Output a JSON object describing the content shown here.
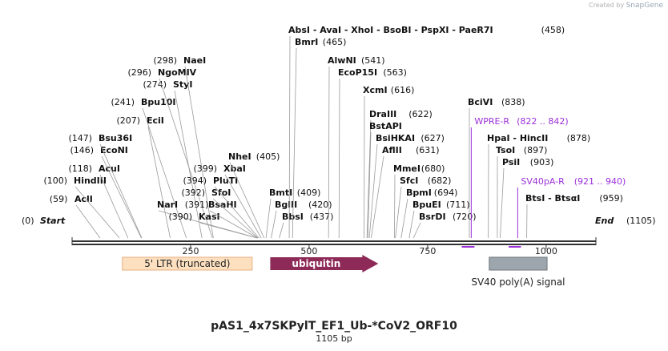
{
  "credit": {
    "prefix": "Created by",
    "brand": "SnapGene"
  },
  "plasmid": {
    "name": "pAS1_4x7SKPylT_EF1_Ub-*CoV2_ORF10",
    "length_label": "1105 bp"
  },
  "colors": {
    "line": "#333333",
    "primer": "#9b30d9",
    "ltr_fill": "#fce0c0",
    "ltr_stroke": "#e8b080",
    "ubiquitin_fill": "#8e2a58",
    "sv40_fill": "#9da6ad",
    "sv40_stroke": "#6d767d"
  },
  "scale": {
    "length": 1105,
    "tick_labels": [
      "250",
      "500",
      "750",
      "1000"
    ],
    "tick_values": [
      250,
      500,
      750,
      1000
    ],
    "start_label": "Start",
    "start_pos": "(0)",
    "end_label": "End",
    "end_pos": "(1105)"
  },
  "sites": [
    {
      "name": "AclI",
      "pos": "(59)",
      "loc": 59
    },
    {
      "name": "HindIII",
      "pos": "(100)",
      "loc": 100
    },
    {
      "name": "AcuI",
      "pos": "(118)",
      "loc": 118
    },
    {
      "name": "EcoNI",
      "pos": "(146)",
      "loc": 146
    },
    {
      "name": "Bsu36I",
      "pos": "(147)",
      "loc": 147
    },
    {
      "name": "EciI",
      "pos": "(207)",
      "loc": 207
    },
    {
      "name": "Bpu10I",
      "pos": "(241)",
      "loc": 241
    },
    {
      "name": "StyI",
      "pos": "(274)",
      "loc": 274
    },
    {
      "name": "NgoMIV",
      "pos": "(296)",
      "loc": 296
    },
    {
      "name": "NaeI",
      "pos": "(298)",
      "loc": 298
    },
    {
      "name": "NarI",
      "pos": "(391)",
      "loc": 391
    },
    {
      "name": "KasI",
      "pos": "(390)",
      "loc": 390
    },
    {
      "name": "BsaHI",
      "pos": "",
      "loc": 391
    },
    {
      "name": "SfoI",
      "pos": "(392)",
      "loc": 392
    },
    {
      "name": "PluTI",
      "pos": "(394)",
      "loc": 394
    },
    {
      "name": "XbaI",
      "pos": "(399)",
      "loc": 399
    },
    {
      "name": "NheI",
      "pos": "(405)",
      "loc": 405
    },
    {
      "name": "BmtI",
      "pos": "(409)",
      "loc": 409
    },
    {
      "name": "BglII",
      "pos": "(420)",
      "loc": 420
    },
    {
      "name": "BbsI",
      "pos": "(437)",
      "loc": 437
    },
    {
      "name": "BmrI",
      "pos": "(465)",
      "loc": 465
    },
    {
      "name": "AbsI - AvaI - XhoI - BsoBI - PspXI - PaeR7I",
      "pos": "(458)",
      "loc": 458
    },
    {
      "name": "AlwNI",
      "pos": "(541)",
      "loc": 541
    },
    {
      "name": "EcoP15I",
      "pos": "(563)",
      "loc": 563
    },
    {
      "name": "XcmI",
      "pos": "(616)",
      "loc": 616
    },
    {
      "name": "DraIII",
      "pos": "(622)",
      "loc": 622
    },
    {
      "name": "BstAPI",
      "pos": "",
      "loc": 624
    },
    {
      "name": "BsiHKAI",
      "pos": "(627)",
      "loc": 627
    },
    {
      "name": "AflII",
      "pos": "(631)",
      "loc": 631
    },
    {
      "name": "MmeI",
      "pos": "(680)",
      "loc": 680
    },
    {
      "name": "SfcI",
      "pos": "(682)",
      "loc": 682
    },
    {
      "name": "BpmI",
      "pos": "(694)",
      "loc": 694
    },
    {
      "name": "BpuEI",
      "pos": "(711)",
      "loc": 711
    },
    {
      "name": "BsrDI",
      "pos": "(720)",
      "loc": 720
    },
    {
      "name": "BciVI",
      "pos": "(838)",
      "loc": 838
    },
    {
      "name": "HpaI - HincII",
      "pos": "(878)",
      "loc": 878
    },
    {
      "name": "TsoI",
      "pos": "(897)",
      "loc": 897
    },
    {
      "name": "PsiI",
      "pos": "(903)",
      "loc": 903
    },
    {
      "name": "BtsI - BtsαI",
      "pos": "(959)",
      "loc": 959
    }
  ],
  "primers": [
    {
      "name": "WPRE-R",
      "range": "(822 .. 842)",
      "from": 822,
      "to": 842
    },
    {
      "name": "SV40pA-R",
      "range": "(921 .. 940)",
      "from": 921,
      "to": 940
    }
  ],
  "features": [
    {
      "name": "5' LTR (truncated)",
      "from": 106,
      "to": 380,
      "style": "ltr"
    },
    {
      "name": "ubiquitin",
      "from": 418,
      "to": 646,
      "style": "ubiquitin"
    },
    {
      "name": "SV40 poly(A) signal",
      "from": 880,
      "to": 1002,
      "style": "sv40"
    }
  ]
}
